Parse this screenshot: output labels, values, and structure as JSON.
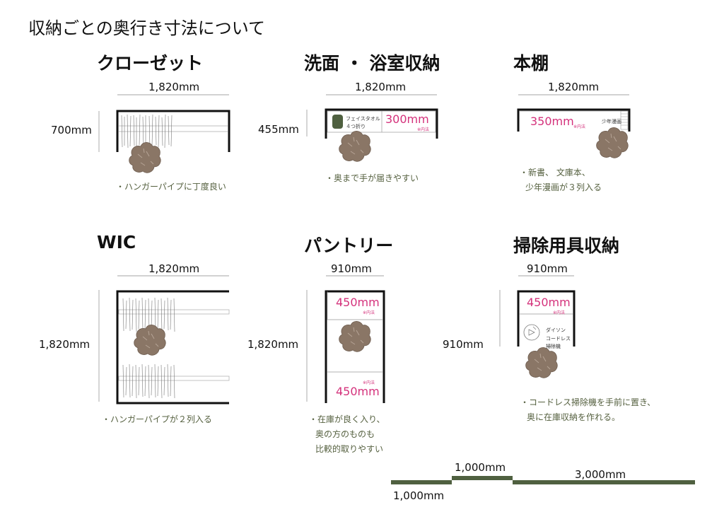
{
  "page_title": "収納ごとの奥行き寸法について",
  "sections": {
    "closet": {
      "title": "クローゼット",
      "width": "1,820mm",
      "depth": "700mm",
      "note": "・ハンガーパイプに丁度良い"
    },
    "washroom": {
      "title": "洗面 ・ 浴室収納",
      "width": "1,820mm",
      "depth": "455mm",
      "inner": "300mm",
      "inner_note": "※内法",
      "towel": "フェイスタオル",
      "towel2": "４つ折り",
      "note": "・奥まで手が届きやすい"
    },
    "bookshelf": {
      "title": "本棚",
      "width": "1,820mm",
      "inner": "350mm",
      "inner_note": "※内法",
      "manga": "少年漫画",
      "note_lines": [
        "・新書、 文庫本、",
        "少年漫画が３列入る"
      ]
    },
    "wic": {
      "title": "WIC",
      "width": "1,820mm",
      "depth": "1,820mm",
      "note": "・ハンガーパイプが２列入る"
    },
    "pantry": {
      "title": "パントリー",
      "width": "910mm",
      "depth": "1,820mm",
      "top_inner": "450mm",
      "top_note": "※内法",
      "bottom_inner": "450mm",
      "bottom_note": "※内法",
      "note_lines": [
        "・在庫が良く入り、",
        "奥の方のものも",
        "比較的取りやすい"
      ]
    },
    "cleaning": {
      "title": "掃除用具収納",
      "width": "910mm",
      "depth": "910mm",
      "inner": "450mm",
      "inner_note": "※内法",
      "dyson": "ダイソン",
      "cordless": "コードレス",
      "cleaner": "掃除機",
      "note_lines": [
        "・コードレス掃除機を手前に置き、",
        "奥に在庫収納を作れる。"
      ]
    }
  },
  "scale": {
    "a": "1,000mm",
    "b": "1,000mm",
    "c": "3,000mm"
  },
  "colors": {
    "accent": "#d4317b",
    "olive": "#55603f",
    "scale_bar": "#4f6040",
    "person": "#8a7666"
  }
}
